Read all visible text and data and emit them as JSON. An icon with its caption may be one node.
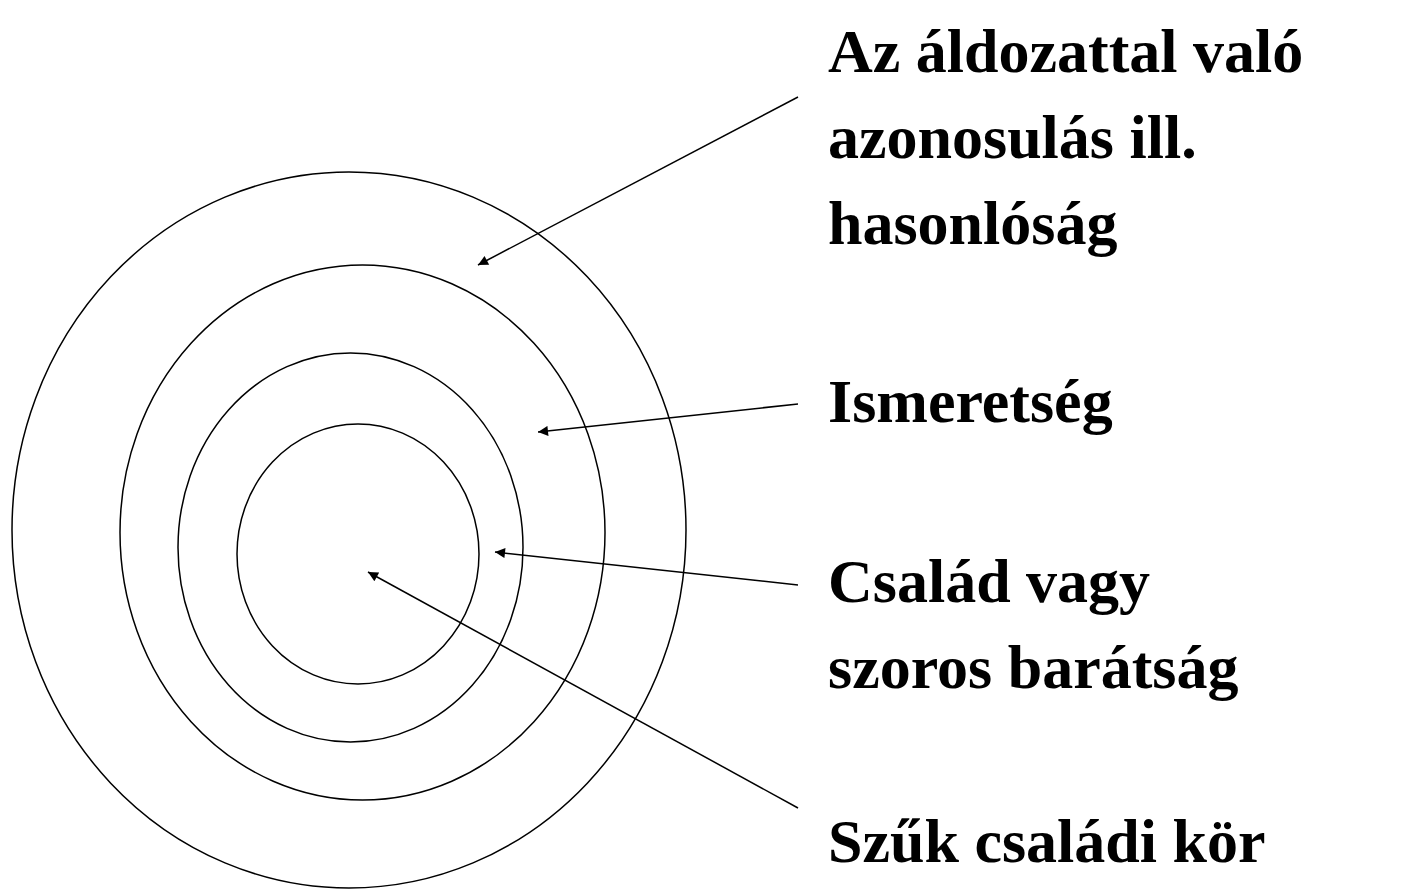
{
  "diagram": {
    "nodes": [
      {
        "text": [],
        "shape": "circle"
      },
      {
        "text": [],
        "shape": "circle",
        "in": 0
      },
      {
        "text": [],
        "shape": "circle",
        "in": 1
      },
      {
        "text": [],
        "shape": "circle",
        "in": 2
      },
      {
        "text": [
          "Az áldozattal való azonosulás ill. hasonlóság"
        ]
      },
      {
        "text": [
          "Ismeretség"
        ]
      },
      {
        "text": [
          "Család vagy szoros barátság"
        ]
      },
      {
        "text": [
          "Szűk családi kör"
        ]
      }
    ],
    "edges": [
      {
        "from": 4,
        "to": 0,
        "arrow": "to"
      },
      {
        "from": 5,
        "to": 1,
        "arrow": "to"
      },
      {
        "from": 6,
        "to": 2,
        "arrow": "to"
      },
      {
        "from": 7,
        "to": 3,
        "arrow": "to"
      }
    ]
  }
}
